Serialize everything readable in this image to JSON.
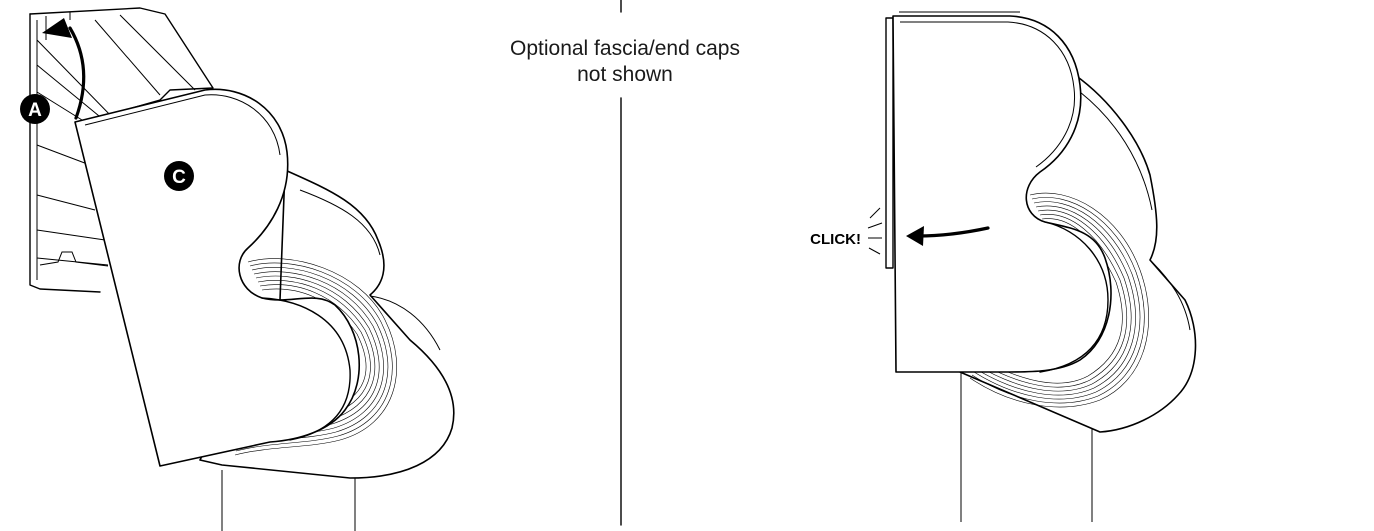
{
  "note": {
    "line1": "Optional fascia/end caps",
    "line2": "not shown"
  },
  "labels": {
    "badge_a": "A",
    "badge_c": "C",
    "click": "CLICK!"
  },
  "colors": {
    "line": "#000000",
    "background": "#ffffff",
    "badge_fill": "#000000",
    "badge_text": "#ffffff"
  },
  "icons": [
    "arrow-icon",
    "click-burst-icon"
  ]
}
